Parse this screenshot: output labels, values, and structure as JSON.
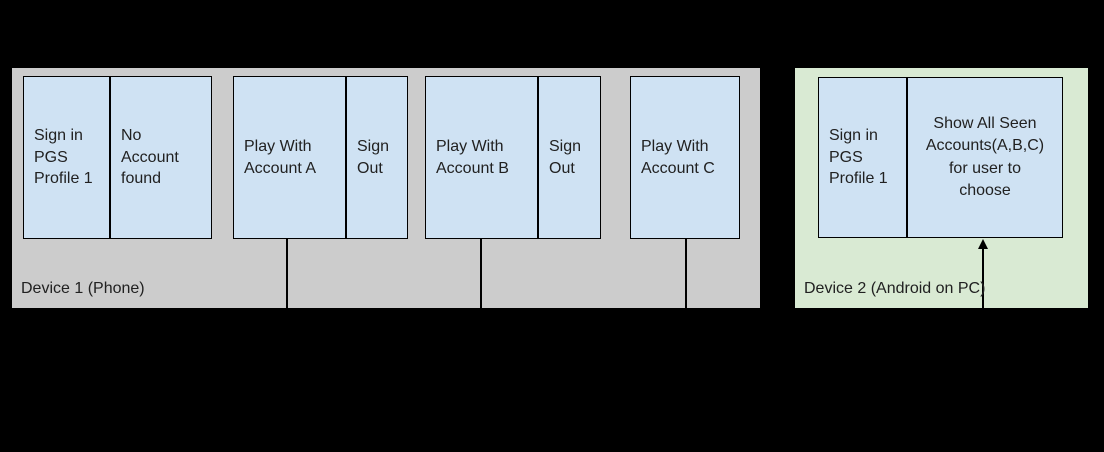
{
  "colors": {
    "background": "#000000",
    "device1_fill": "#cccccc",
    "device2_fill": "#d9ead3",
    "step_fill": "#cfe2f3",
    "border": "#000000",
    "text": "#212121"
  },
  "device1": {
    "label": "Device 1 (Phone)",
    "boxes": [
      {
        "cells": [
          "Sign in\nPGS\nProfile 1",
          "No\nAccount\nfound"
        ]
      },
      {
        "cells": [
          "Play With\nAccount A",
          "Sign\nOut"
        ]
      },
      {
        "cells": [
          "Play With\nAccount B",
          "Sign\nOut"
        ]
      },
      {
        "cells": [
          "Play With\nAccount C"
        ]
      }
    ]
  },
  "device2": {
    "label": "Device 2 (Android on PC)",
    "boxes": [
      {
        "cells": [
          "Sign in\nPGS\nProfile 1",
          "Show All Seen\nAccounts(A,B,C)\nfor user to\nchoose"
        ]
      }
    ]
  }
}
